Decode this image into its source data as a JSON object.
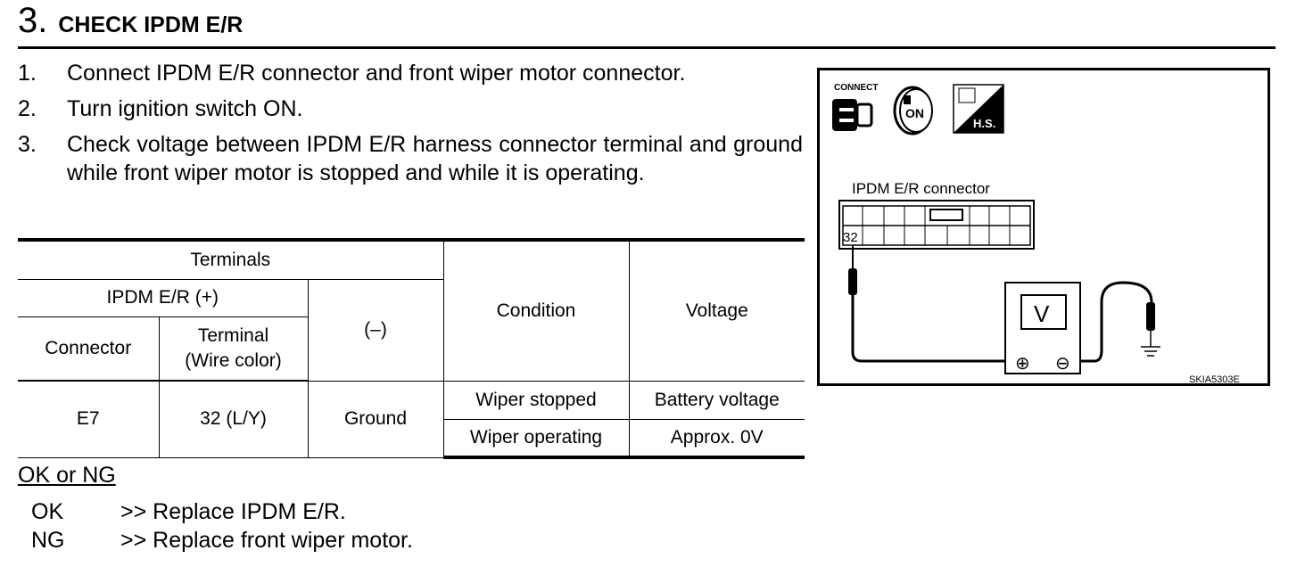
{
  "heading": {
    "number": "3",
    "dot": ".",
    "title": "CHECK IPDM E/R"
  },
  "steps": [
    {
      "n": "1.",
      "text": "Connect IPDM E/R connector and front wiper motor connector."
    },
    {
      "n": "2.",
      "text": "Turn ignition switch ON."
    },
    {
      "n": "3.",
      "text": "Check voltage between IPDM E/R harness connector terminal and ground while front wiper motor is stopped and while it is operating."
    }
  ],
  "table": {
    "terminals": "Terminals",
    "ipdm": "IPDM E/R (+)",
    "connector": "Connector",
    "terminal_l1": "Terminal",
    "terminal_l2": "(Wire color)",
    "minus": "(–)",
    "condition": "Condition",
    "voltage": "Voltage",
    "rows": {
      "connector": "E7",
      "terminal": "32 (L/Y)",
      "ground": "Ground",
      "cond1": "Wiper stopped",
      "volt1": "Battery voltage",
      "cond2": "Wiper operating",
      "volt2": "Approx. 0V"
    }
  },
  "result": {
    "heading": "OK or NG",
    "ok_key": "OK",
    "ok_text": ">> Replace IPDM E/R.",
    "ng_key": "NG",
    "ng_text": ">> Replace front wiper motor."
  },
  "figure": {
    "connect_label": "CONNECT",
    "on_label": "ON",
    "hs_label": "H.S.",
    "connector_label": "IPDM E/R connector",
    "terminal": "32",
    "meter": "V",
    "plus": "⊕",
    "minus": "⊖",
    "code": "SKIA5303E"
  }
}
